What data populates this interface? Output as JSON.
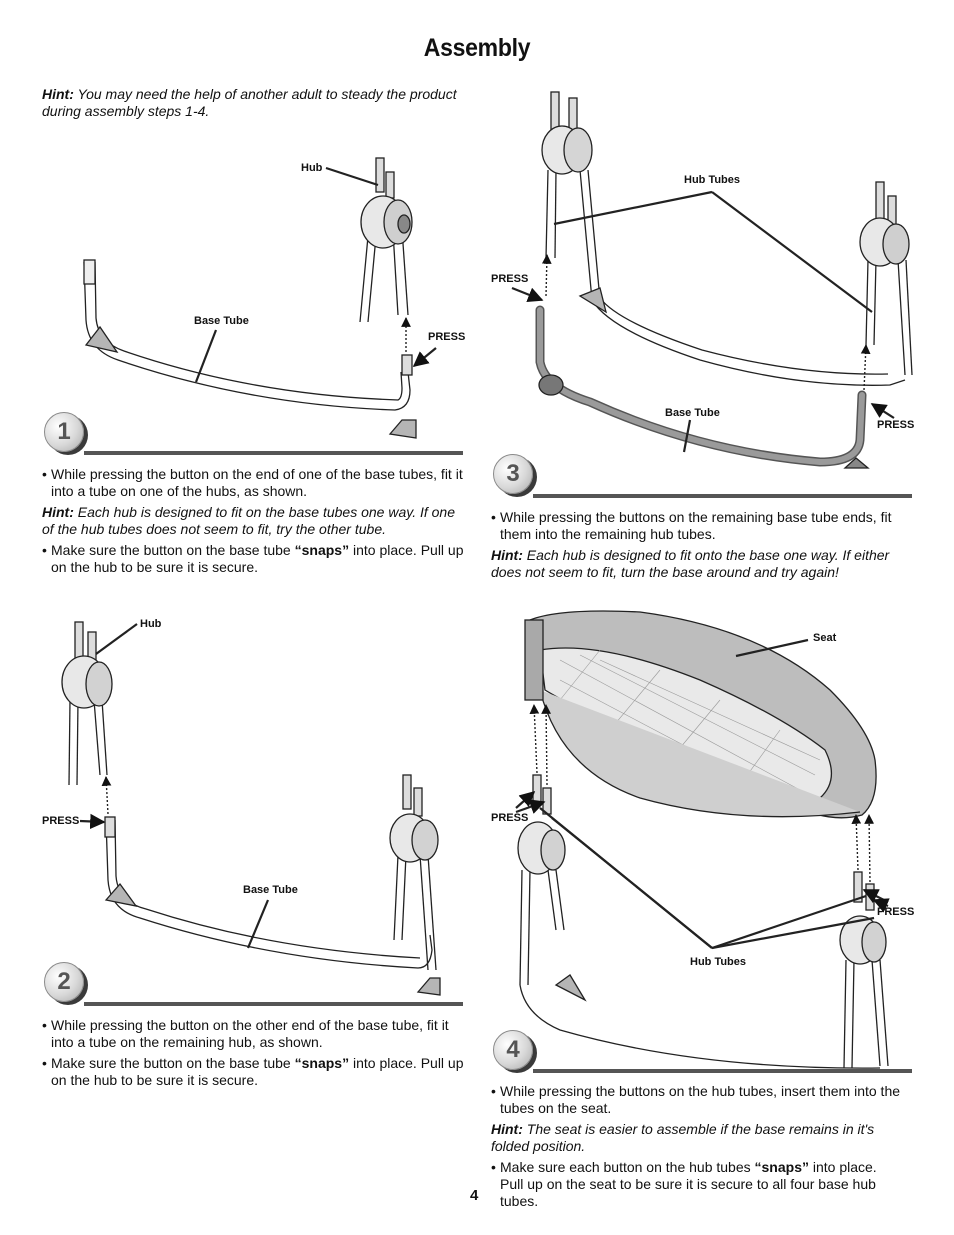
{
  "title": "Assembly",
  "intro_hint": {
    "label": "Hint:",
    "text": "You may need the help of another adult to steady the product during assembly steps 1-4."
  },
  "labels": {
    "hub": "Hub",
    "base_tube": "Base Tube",
    "press": "PRESS",
    "hub_tubes": "Hub Tubes",
    "seat": "Seat"
  },
  "steps": [
    {
      "number": "1",
      "bullet1": "While pressing the button on the end of one of the base tubes, fit it into a tube on one of the hubs, as shown.",
      "hint_label": "Hint:",
      "hint": "Each hub is designed to fit on the base tubes one way. If one of the hub tubes does not seem to fit, try the other tube.",
      "bullet2_pre": "Make sure the button on the base tube ",
      "bullet2_bold": "“snaps”",
      "bullet2_post": " into place. Pull up on the hub to be sure it is secure."
    },
    {
      "number": "2",
      "bullet1": "While pressing the button on the other end of the base tube, fit it into a tube on the remaining hub, as shown.",
      "bullet2_pre": "Make sure the button on the base tube ",
      "bullet2_bold": "“snaps”",
      "bullet2_post": " into place. Pull up on the hub to be sure it is secure."
    },
    {
      "number": "3",
      "bullet1": "While pressing the buttons on the remaining base tube ends, fit them into the remaining hub tubes.",
      "hint_label": "Hint:",
      "hint": "Each hub is designed to fit onto the base one way. If either does not seem to fit, turn the base around and try again!"
    },
    {
      "number": "4",
      "bullet1": "While pressing the buttons on the hub tubes, insert them into the tubes on the seat.",
      "hint_label": "Hint:",
      "hint": "The seat is easier to assemble if the base remains in it's folded position.",
      "bullet2_pre": "Make sure each button on the hub tubes ",
      "bullet2_bold": "“snaps”",
      "bullet2_post": " into place.",
      "bullet2_line2": "Pull up on the seat to be sure it is secure to all four base hub tubes."
    }
  ],
  "page_number": "4"
}
